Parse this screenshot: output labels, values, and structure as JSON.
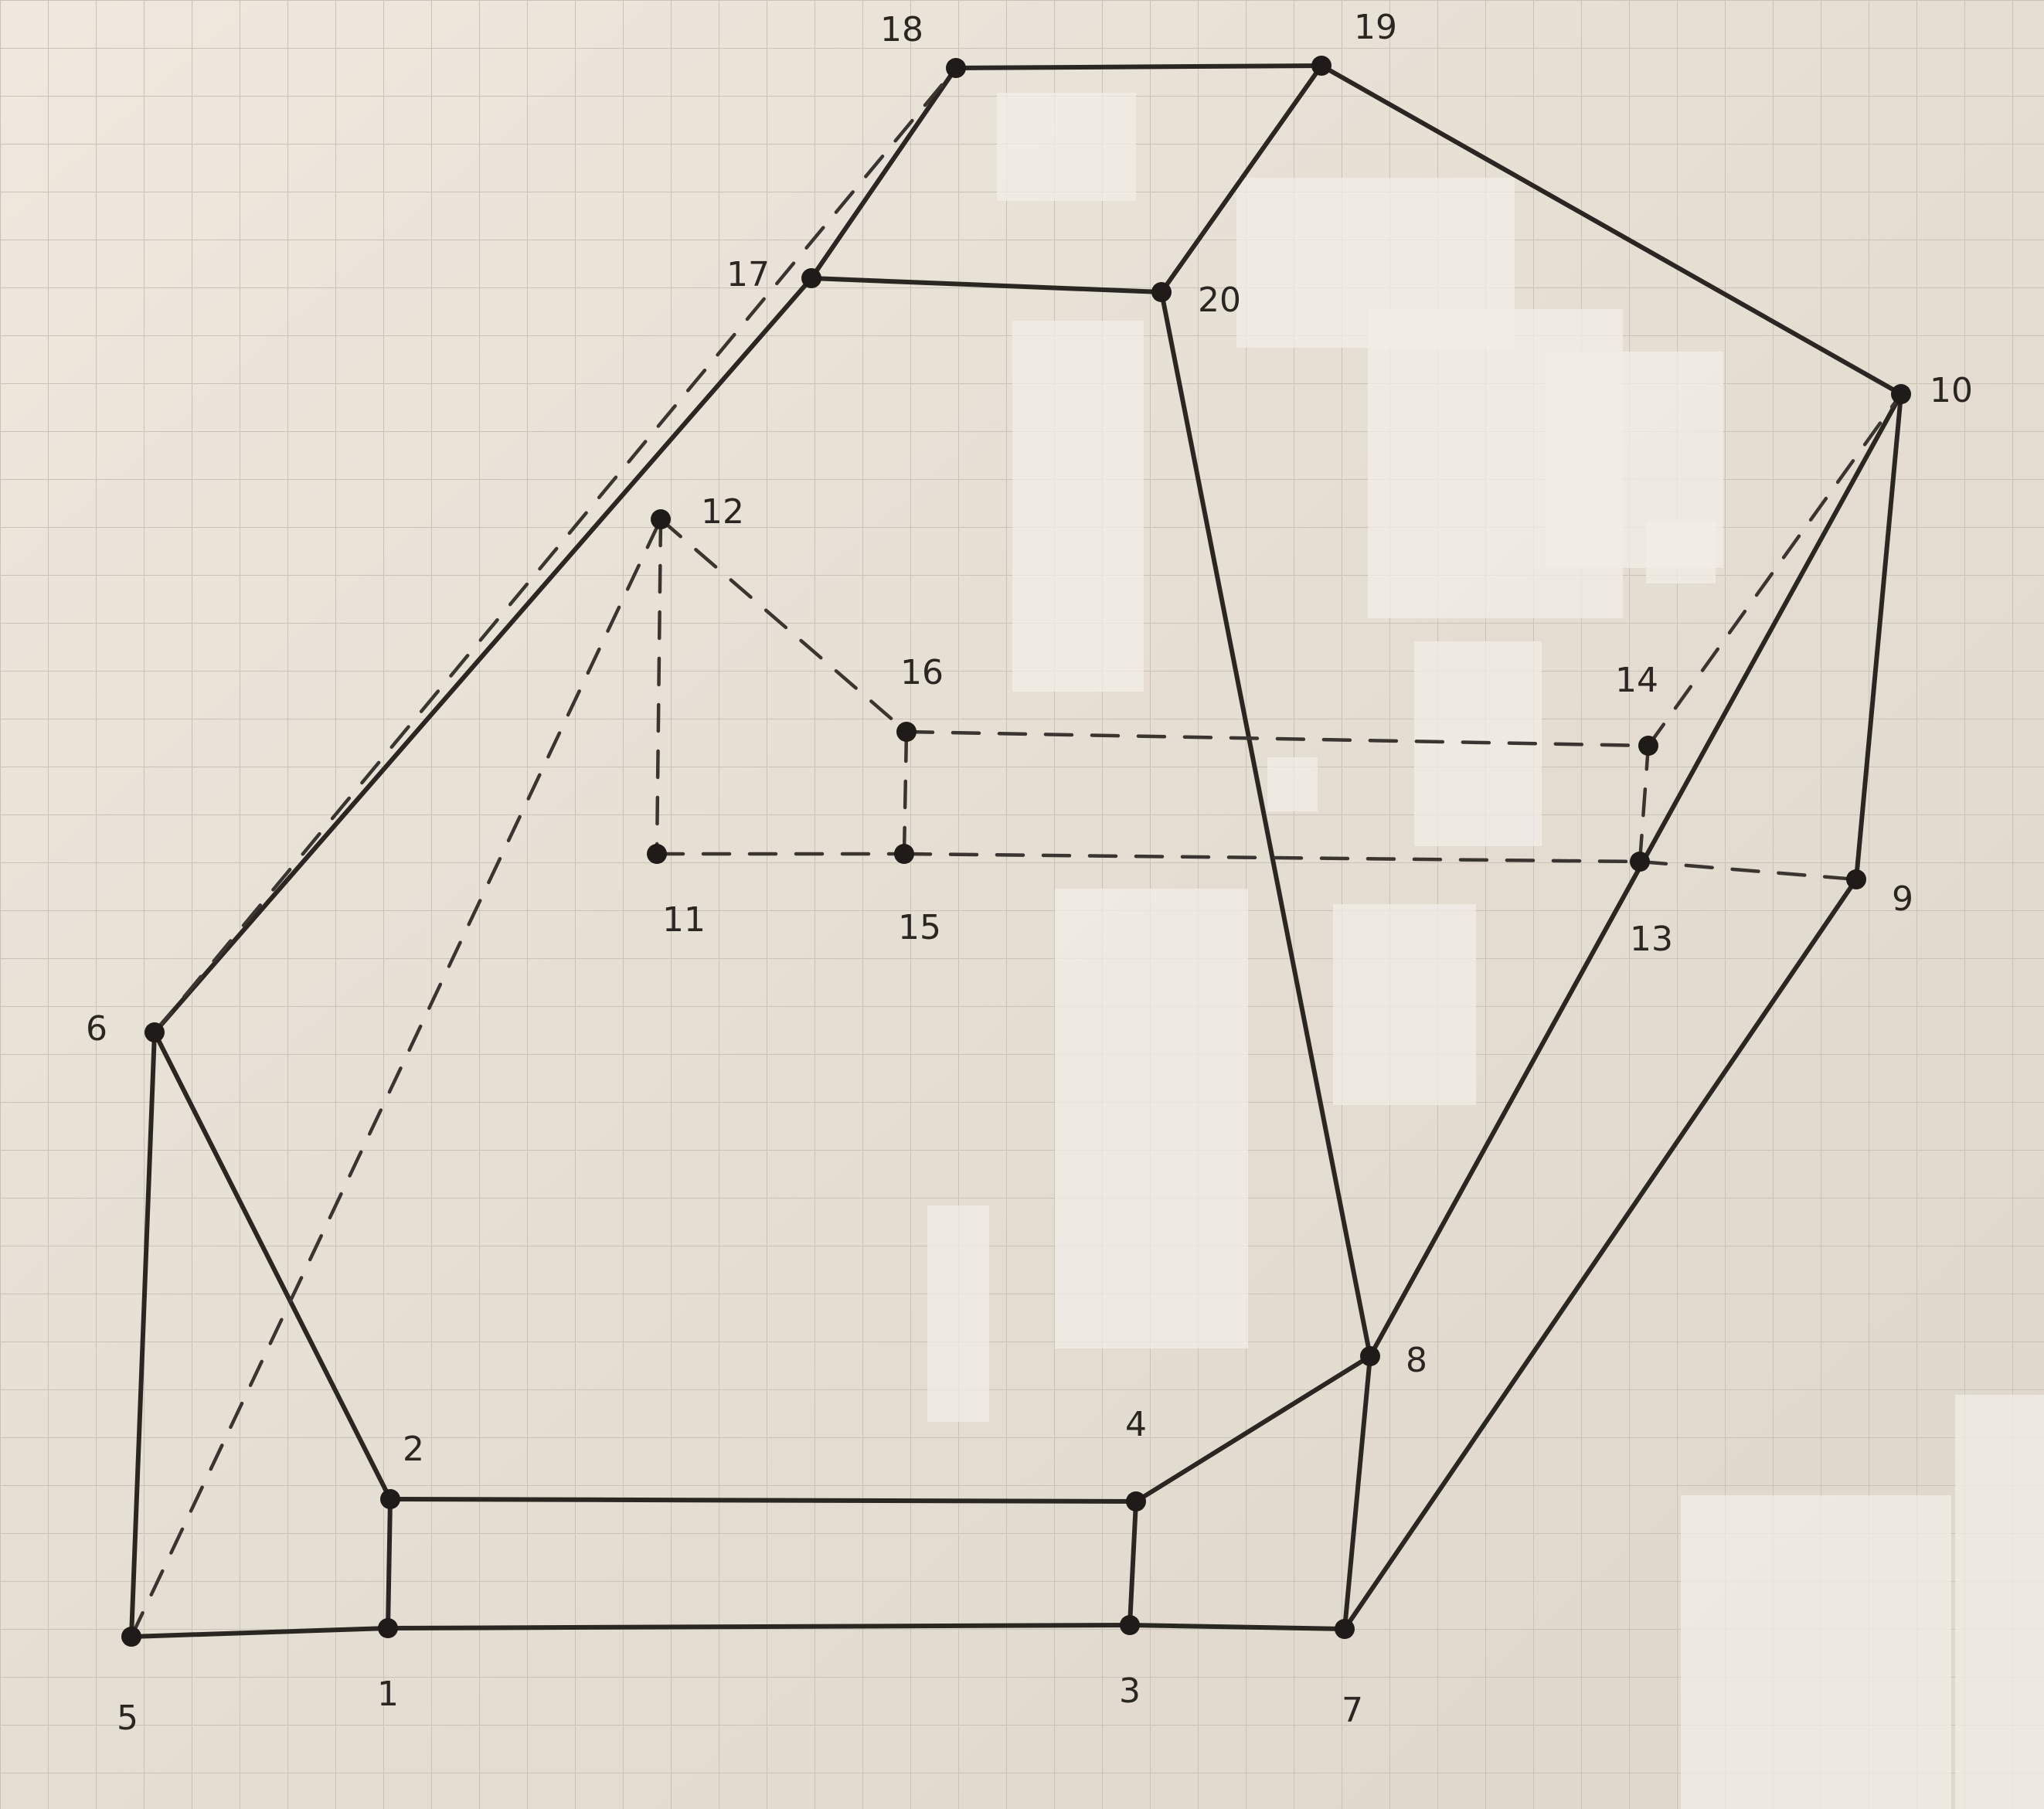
{
  "diagram": {
    "vertices": [
      {
        "id": 1,
        "label": "1"
      },
      {
        "id": 2,
        "label": "2"
      },
      {
        "id": 3,
        "label": "3"
      },
      {
        "id": 4,
        "label": "4"
      },
      {
        "id": 5,
        "label": "5"
      },
      {
        "id": 6,
        "label": "6"
      },
      {
        "id": 7,
        "label": "7"
      },
      {
        "id": 8,
        "label": "8"
      },
      {
        "id": 9,
        "label": "9"
      },
      {
        "id": 10,
        "label": "10"
      },
      {
        "id": 11,
        "label": "11"
      },
      {
        "id": 12,
        "label": "12"
      },
      {
        "id": 13,
        "label": "13"
      },
      {
        "id": 14,
        "label": "14"
      },
      {
        "id": 15,
        "label": "15"
      },
      {
        "id": 16,
        "label": "16"
      },
      {
        "id": 17,
        "label": "17"
      },
      {
        "id": 18,
        "label": "18"
      },
      {
        "id": 19,
        "label": "19"
      },
      {
        "id": 20,
        "label": "20"
      }
    ],
    "edges": [
      {
        "from": 5,
        "to": 1,
        "style": "solid"
      },
      {
        "from": 1,
        "to": 3,
        "style": "solid"
      },
      {
        "from": 3,
        "to": 7,
        "style": "solid"
      },
      {
        "from": 5,
        "to": 6,
        "style": "solid"
      },
      {
        "from": 6,
        "to": 2,
        "style": "solid"
      },
      {
        "from": 2,
        "to": 1,
        "style": "solid"
      },
      {
        "from": 2,
        "to": 4,
        "style": "solid"
      },
      {
        "from": 4,
        "to": 3,
        "style": "solid"
      },
      {
        "from": 4,
        "to": 8,
        "style": "solid"
      },
      {
        "from": 8,
        "to": 7,
        "style": "solid"
      },
      {
        "from": 7,
        "to": 9,
        "style": "solid"
      },
      {
        "from": 9,
        "to": 10,
        "style": "solid"
      },
      {
        "from": 10,
        "to": 19,
        "style": "solid"
      },
      {
        "from": 19,
        "to": 18,
        "style": "solid"
      },
      {
        "from": 18,
        "to": 17,
        "style": "solid"
      },
      {
        "from": 17,
        "to": 20,
        "style": "solid"
      },
      {
        "from": 20,
        "to": 19,
        "style": "solid"
      },
      {
        "from": 17,
        "to": 6,
        "style": "solid"
      },
      {
        "from": 20,
        "to": 8,
        "style": "solid"
      },
      {
        "from": 8,
        "to": 10,
        "style": "solid"
      },
      {
        "from": 5,
        "to": 12,
        "style": "hidden"
      },
      {
        "from": 6,
        "to": 18,
        "style": "hidden"
      },
      {
        "from": 12,
        "to": 11,
        "style": "hidden"
      },
      {
        "from": 12,
        "to": 16,
        "style": "hidden"
      },
      {
        "from": 11,
        "to": 15,
        "style": "hidden"
      },
      {
        "from": 15,
        "to": 16,
        "style": "hidden"
      },
      {
        "from": 16,
        "to": 14,
        "style": "hidden"
      },
      {
        "from": 15,
        "to": 13,
        "style": "hidden"
      },
      {
        "from": 13,
        "to": 9,
        "style": "hidden"
      },
      {
        "from": 14,
        "to": 10,
        "style": "hidden"
      },
      {
        "from": 13,
        "to": 14,
        "style": "hidden"
      }
    ]
  }
}
